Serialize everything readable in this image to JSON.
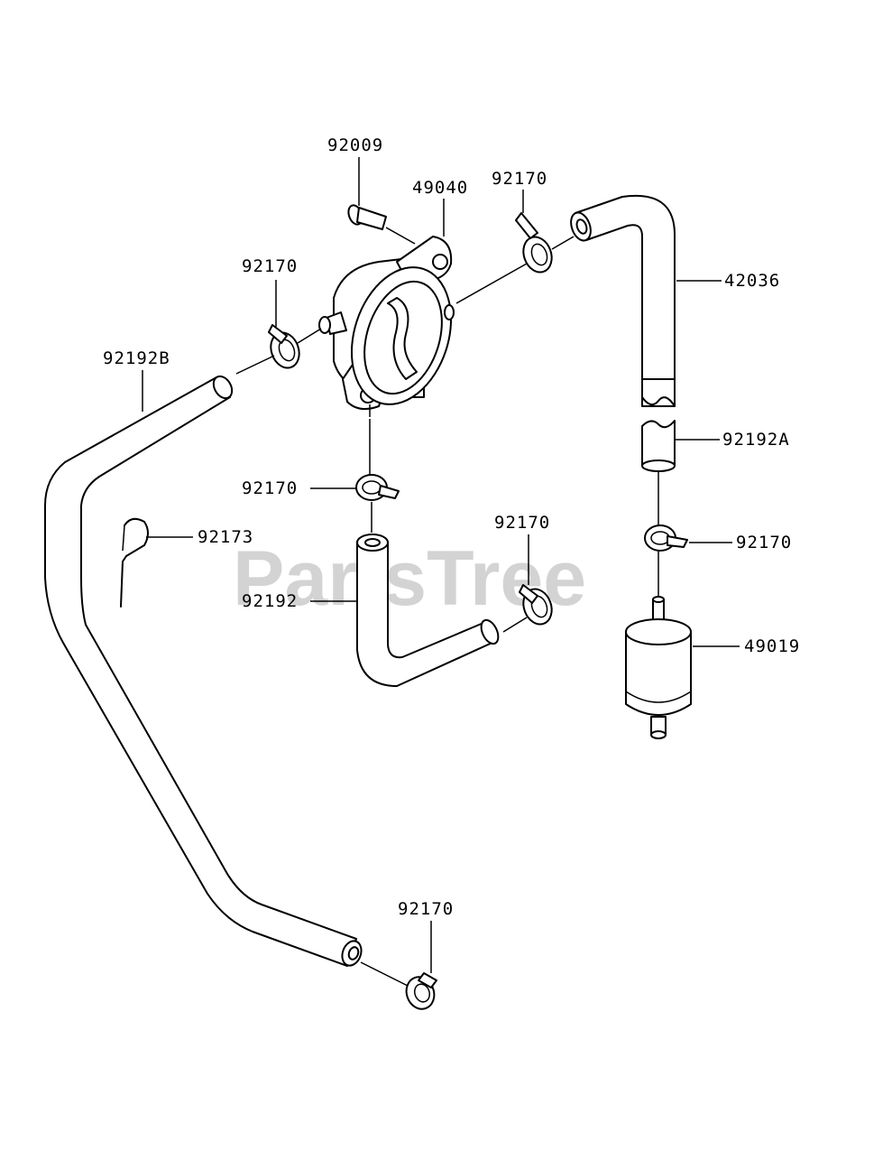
{
  "watermark": "PartsTree",
  "callouts": [
    {
      "id": "c-92009",
      "text": "92009"
    },
    {
      "id": "c-49040",
      "text": "49040"
    },
    {
      "id": "c-92170-top",
      "text": "92170"
    },
    {
      "id": "c-92170-left",
      "text": "92170"
    },
    {
      "id": "c-42036",
      "text": "42036"
    },
    {
      "id": "c-92192B",
      "text": "92192B"
    },
    {
      "id": "c-92192A",
      "text": "92192A"
    },
    {
      "id": "c-92170-mid",
      "text": "92170"
    },
    {
      "id": "c-92173",
      "text": "92173"
    },
    {
      "id": "c-92170-hose",
      "text": "92170"
    },
    {
      "id": "c-92170-right",
      "text": "92170"
    },
    {
      "id": "c-92192",
      "text": "92192"
    },
    {
      "id": "c-49019",
      "text": "49019"
    },
    {
      "id": "c-92170-bottom",
      "text": "92170"
    }
  ]
}
